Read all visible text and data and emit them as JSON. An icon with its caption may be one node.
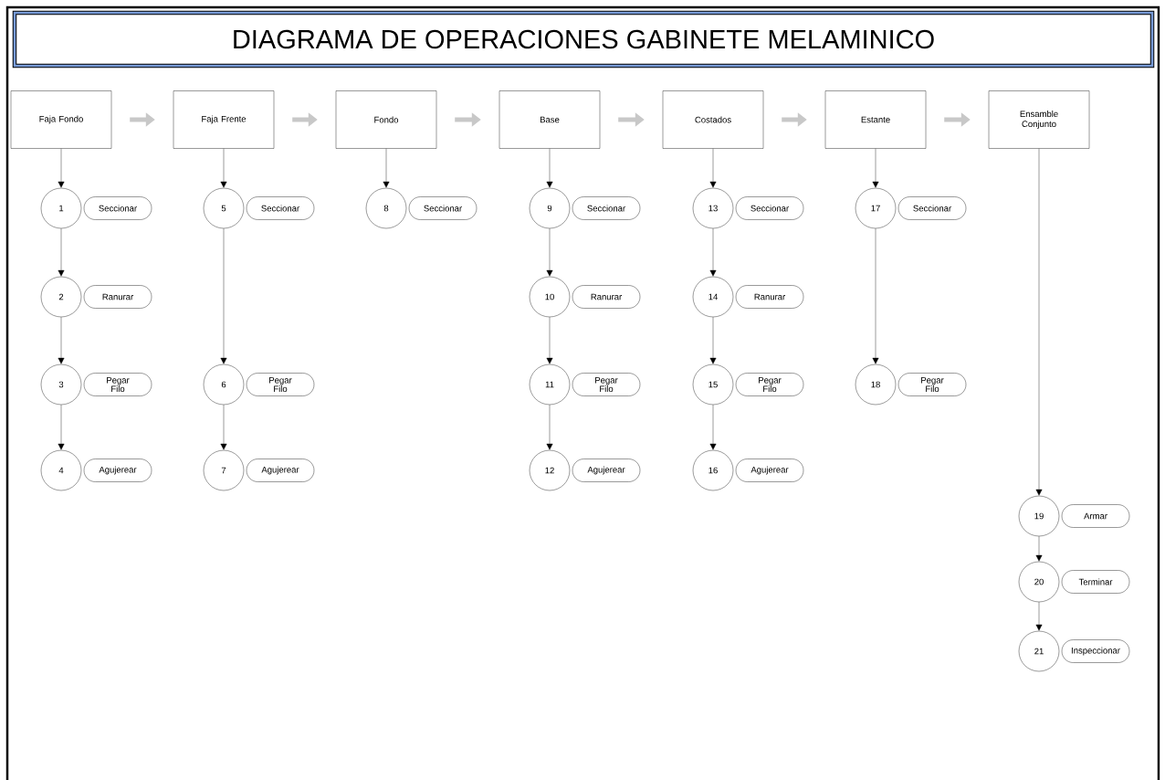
{
  "diagram": {
    "title": "DIAGRAMA DE OPERACIONES GABINETE MELAMINICO",
    "nodes": [
      {
        "text": [
          "Faja Fondo"
        ]
      },
      {
        "text": [
          "Faja Frente"
        ]
      },
      {
        "text": [
          "Fondo"
        ]
      },
      {
        "text": [
          "Base"
        ]
      },
      {
        "text": [
          "Costados"
        ]
      },
      {
        "text": [
          "Estante"
        ]
      },
      {
        "text": [
          "Ensamble Conjunto"
        ]
      },
      {
        "text": [
          "1"
        ]
      },
      {
        "text": [
          "Seccionar"
        ]
      },
      {
        "text": [
          "2"
        ]
      },
      {
        "text": [
          "Ranurar"
        ]
      },
      {
        "text": [
          "3"
        ]
      },
      {
        "text": [
          "Pegar Filo"
        ]
      },
      {
        "text": [
          "4"
        ]
      },
      {
        "text": [
          "Agujerear"
        ]
      },
      {
        "text": [
          "5"
        ]
      },
      {
        "text": [
          "Seccionar"
        ]
      },
      {
        "text": [
          "6"
        ]
      },
      {
        "text": [
          "Pegar Filo"
        ]
      },
      {
        "text": [
          "7"
        ]
      },
      {
        "text": [
          "Agujerear"
        ]
      },
      {
        "text": [
          "8"
        ]
      },
      {
        "text": [
          "Seccionar"
        ]
      },
      {
        "text": [
          "9"
        ]
      },
      {
        "text": [
          "Seccionar"
        ]
      },
      {
        "text": [
          "10"
        ]
      },
      {
        "text": [
          "Ranurar"
        ]
      },
      {
        "text": [
          "11"
        ]
      },
      {
        "text": [
          "Pegar Filo"
        ]
      },
      {
        "text": [
          "12"
        ]
      },
      {
        "text": [
          "Agujerear"
        ]
      },
      {
        "text": [
          "13"
        ]
      },
      {
        "text": [
          "Seccionar"
        ]
      },
      {
        "text": [
          "14"
        ]
      },
      {
        "text": [
          "Ranurar"
        ]
      },
      {
        "text": [
          "15"
        ]
      },
      {
        "text": [
          "Pegar Filo"
        ]
      },
      {
        "text": [
          "16"
        ]
      },
      {
        "text": [
          "Agujerear"
        ]
      },
      {
        "text": [
          "17"
        ]
      },
      {
        "text": [
          "Seccionar"
        ]
      },
      {
        "text": [
          "18"
        ]
      },
      {
        "text": [
          "Pegar Filo"
        ]
      },
      {
        "text": [
          "19"
        ]
      },
      {
        "text": [
          "Armar"
        ]
      },
      {
        "text": [
          "20"
        ]
      },
      {
        "text": [
          "Terminar"
        ]
      },
      {
        "text": [
          "21"
        ]
      },
      {
        "text": [
          "Inspeccionar"
        ]
      }
    ],
    "edges": [
      {
        "from": 0,
        "to": 1,
        "arrow": "to",
        "style": "thick",
        "color": "#c8c8c8"
      },
      {
        "from": 1,
        "to": 2,
        "arrow": "to",
        "style": "thick",
        "color": "#c8c8c8"
      },
      {
        "from": 2,
        "to": 3,
        "arrow": "to",
        "style": "thick",
        "color": "#c8c8c8"
      },
      {
        "from": 3,
        "to": 4,
        "arrow": "to",
        "style": "thick",
        "color": "#c8c8c8"
      },
      {
        "from": 4,
        "to": 5,
        "arrow": "to",
        "style": "thick",
        "color": "#c8c8c8"
      },
      {
        "from": 5,
        "to": 6,
        "arrow": "to",
        "style": "thick",
        "color": "#c8c8c8"
      },
      {
        "from": 0,
        "to": 7,
        "arrow": "to"
      },
      {
        "from": 7,
        "to": 9,
        "arrow": "to"
      },
      {
        "from": 9,
        "to": 11,
        "arrow": "to"
      },
      {
        "from": 11,
        "to": 13,
        "arrow": "to"
      },
      {
        "from": 1,
        "to": 15,
        "arrow": "to"
      },
      {
        "from": 15,
        "to": 17,
        "arrow": "to"
      },
      {
        "from": 17,
        "to": 19,
        "arrow": "to"
      },
      {
        "from": 2,
        "to": 21,
        "arrow": "to"
      },
      {
        "from": 3,
        "to": 23,
        "arrow": "to"
      },
      {
        "from": 23,
        "to": 25,
        "arrow": "to"
      },
      {
        "from": 25,
        "to": 27,
        "arrow": "to"
      },
      {
        "from": 27,
        "to": 29,
        "arrow": "to"
      },
      {
        "from": 4,
        "to": 31,
        "arrow": "to"
      },
      {
        "from": 31,
        "to": 33,
        "arrow": "to"
      },
      {
        "from": 33,
        "to": 35,
        "arrow": "to"
      },
      {
        "from": 35,
        "to": 37,
        "arrow": "to"
      },
      {
        "from": 5,
        "to": 39,
        "arrow": "to"
      },
      {
        "from": 39,
        "to": 41,
        "arrow": "to"
      },
      {
        "from": 6,
        "to": 43,
        "arrow": "to"
      },
      {
        "from": 43,
        "to": 45,
        "arrow": "to"
      },
      {
        "from": 45,
        "to": 47,
        "arrow": "to"
      }
    ]
  }
}
